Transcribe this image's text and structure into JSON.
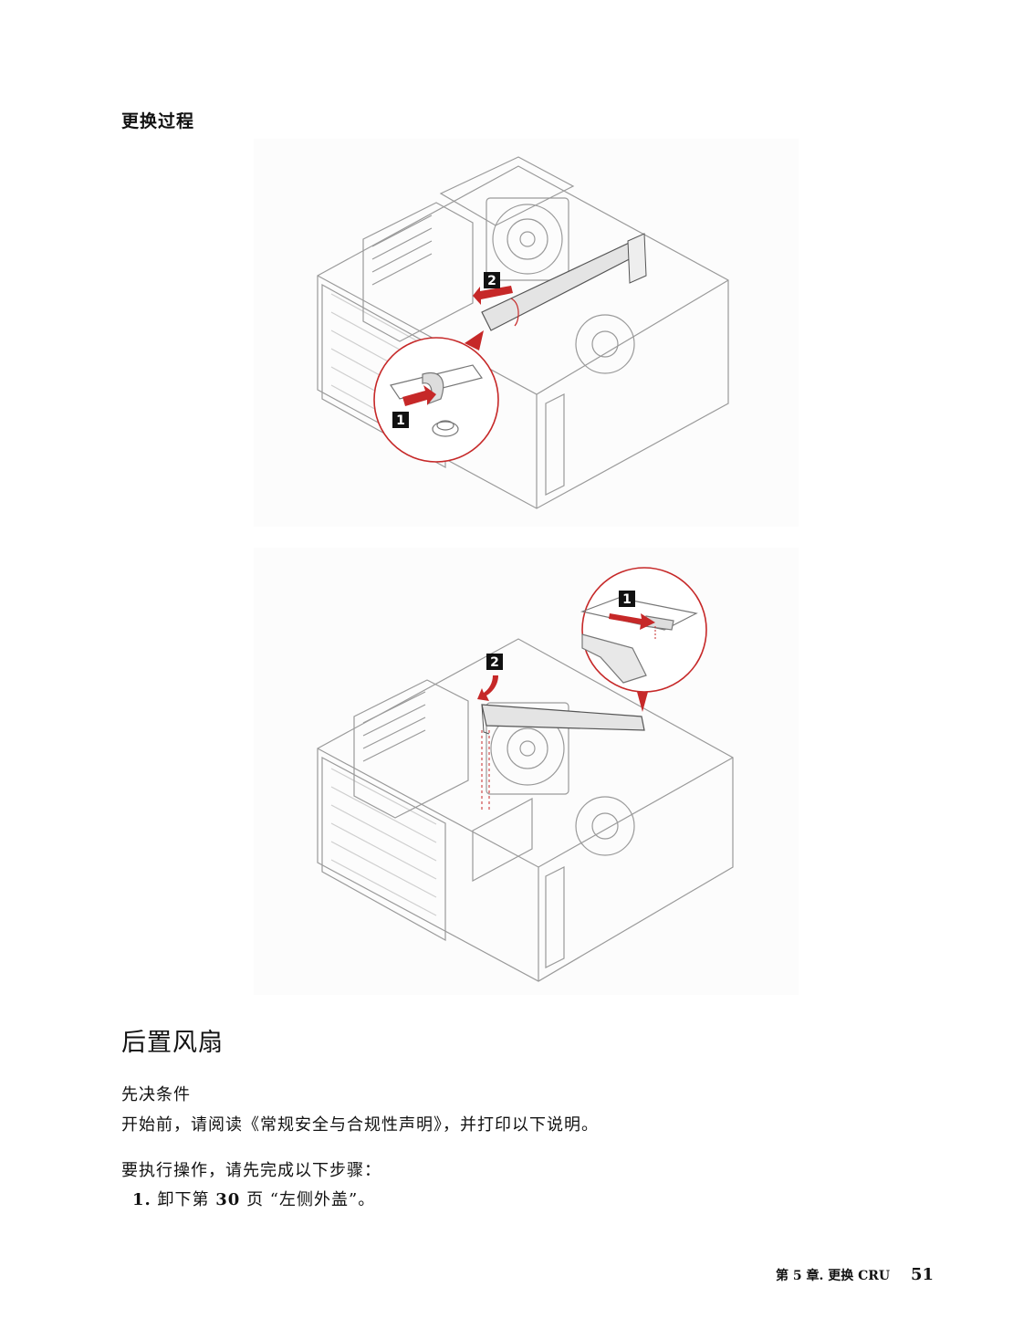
{
  "section_heading": "更换过程",
  "figures": [
    {
      "callouts": [
        "1",
        "2"
      ]
    },
    {
      "callouts": [
        "1",
        "2"
      ]
    }
  ],
  "title": "后置风扇",
  "prereq_heading": "先决条件",
  "prereq_text": "开始前，请阅读《常规安全与合规性声明》，并打印以下说明。",
  "steps_intro": "要执行操作，请先完成以下步骤：",
  "steps": [
    {
      "num": "1.",
      "pre": "卸下第",
      "page": "30",
      "mid": "页",
      "link": "“左侧外盖”",
      "post": "。"
    }
  ],
  "footer": {
    "chapter": "第 5 章. 更换 CRU",
    "page": "51"
  },
  "colors": {
    "accent": "#c62828",
    "line": "#9a9a9a"
  }
}
